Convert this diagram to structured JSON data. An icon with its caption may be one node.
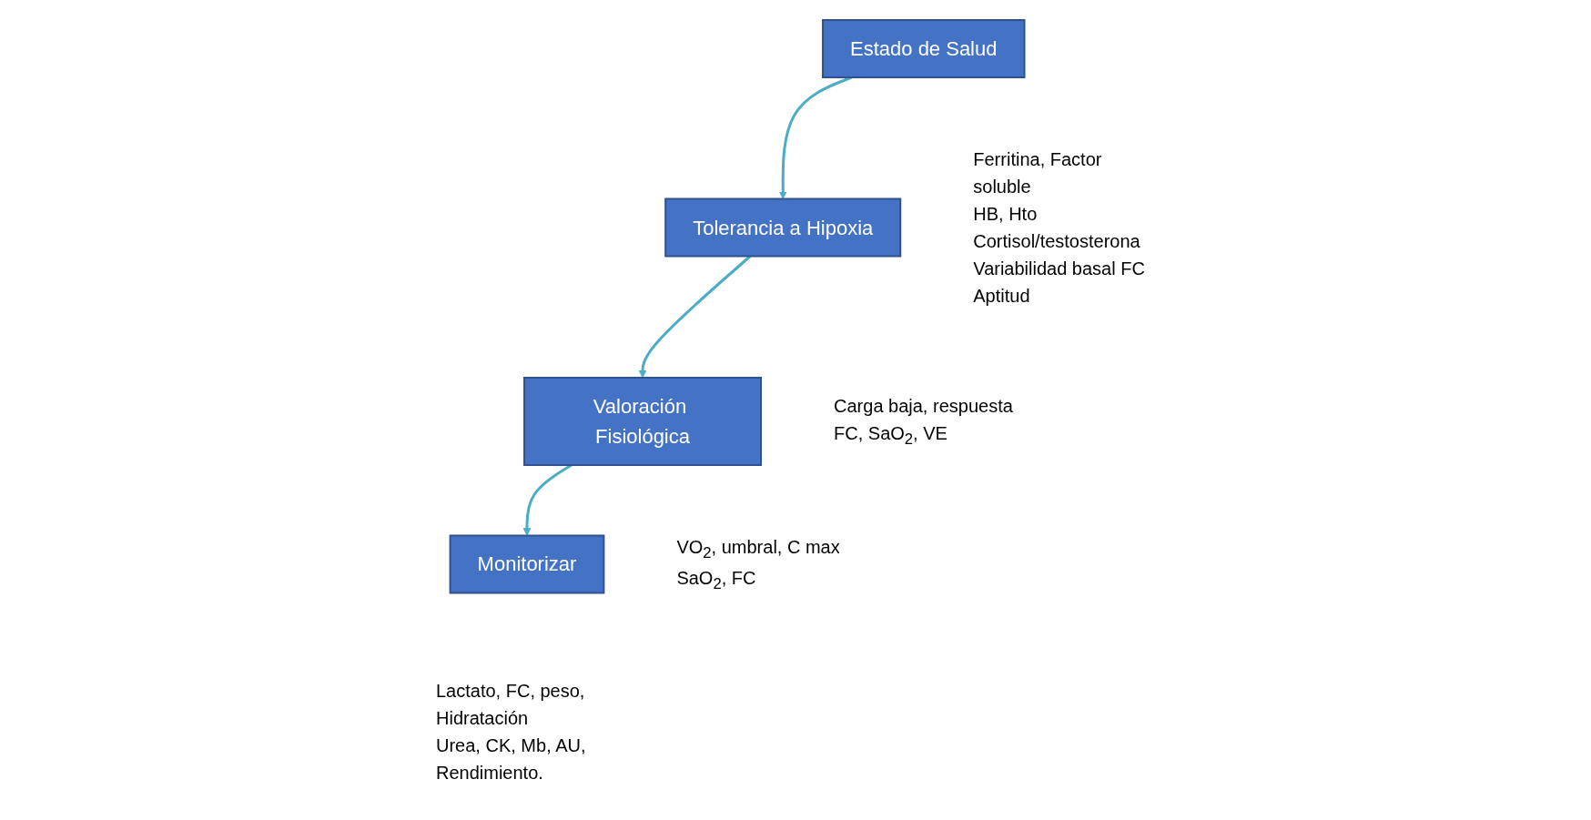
{
  "diagram": {
    "nodes": [
      {
        "text": [
          "Estado de Salud"
        ],
        "beside": [
          "Ferritina, Factor soluble",
          "HB, Hto",
          "Cortisol/testosterona",
          "Variabilidad basal FC",
          "Aptitud"
        ]
      },
      {
        "text": [
          "Tolerancia a Hipoxia"
        ],
        "beside": [
          "Carga baja, respuesta",
          "FC, SaO$_{2}$, VE"
        ]
      },
      {
        "text": [
          "Valoración Fisiológica"
        ],
        "beside": [
          "VO$_{2}$, umbral, C max",
          "SaO$_{2}$, FC"
        ]
      },
      {
        "text": [
          "Monitorizar"
        ],
        "beside": [
          "Lactato, FC, peso, Hidratación",
          "Urea, CK, Mb, AU, Rendimiento."
        ]
      }
    ],
    "edges": [
      {
        "from": 0,
        "to": 1,
        "arrow": "to"
      },
      {
        "from": 1,
        "to": 2,
        "arrow": "to"
      },
      {
        "from": 2,
        "to": 3,
        "arrow": "to"
      }
    ]
  }
}
